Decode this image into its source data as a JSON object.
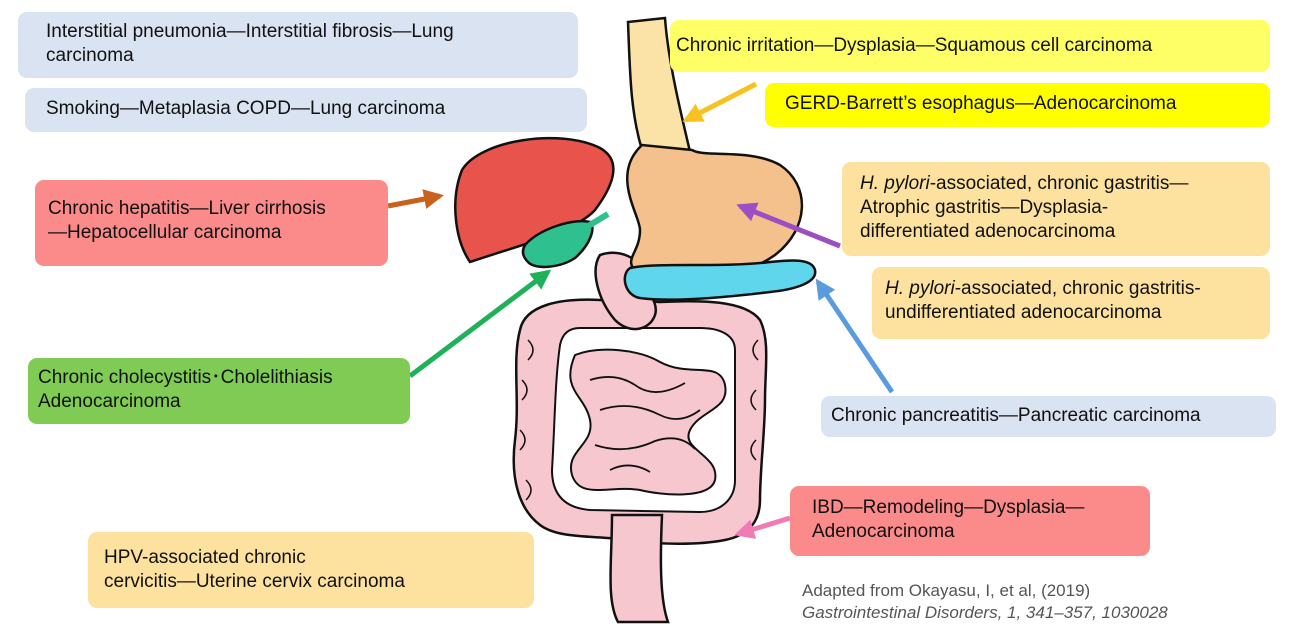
{
  "colors": {
    "blue_box": "#dae3f1",
    "yellow_box": "#feff66",
    "bright_yellow_box": "#ffff00",
    "orange_box": "#fde29f",
    "red_box": "#fb8b8b",
    "green_box": "#7fcb54",
    "liver": "#e8534c",
    "gallbladder": "#2fc08f",
    "stomach": "#f4c18d",
    "esophagus": "#fbe3a8",
    "pancreas": "#5fd6ec",
    "intestine": "#f7c7cf",
    "arrow_yellow": "#f7c21e",
    "arrow_brown": "#c8621d",
    "arrow_purple": "#9b4fc2",
    "arrow_green": "#1fb15a",
    "arrow_blue": "#5a9be0",
    "arrow_pink": "#f27bb1"
  },
  "labels": {
    "ild": [
      "Interstitial pneumonia—Interstitial fibrosis—Lung",
      "carcinoma"
    ],
    "smoking": "Smoking—Metaplasia COPD—Lung carcinoma",
    "liver": [
      "Chronic hepatitis—Liver cirrhosis",
      "—Hepatocellular carcinoma"
    ],
    "gallbladder": [
      "Chronic cholecystitis･Cholelithiasis",
      "Adenocarcinoma"
    ],
    "hpv": [
      "HPV-associated chronic",
      "cervicitis—Uterine cervix carcinoma"
    ],
    "squamous": "Chronic irritation—Dysplasia—Squamous cell carcinoma",
    "gerd": "GERD-Barrett’s esophagus—Adenocarcinoma",
    "hp_diff": {
      "italic": "H. pylori",
      "line1_rest": "-associated, chronic gastritis—",
      "line2": "Atrophic gastritis—Dysplasia-",
      "line3": "differentiated adenocarcinoma"
    },
    "hp_undiff": {
      "italic": "H. pylori",
      "line1_rest": "-associated, chronic gastritis-",
      "line2": "undifferentiated adenocarcinoma"
    },
    "pancreas": "Chronic pancreatitis—Pancreatic carcinoma",
    "ibd": [
      "IBD—Remodeling—Dysplasia—",
      "Adenocarcinoma"
    ]
  },
  "credit": {
    "line1": "Adapted from Okayasu, I, et al, (2019)",
    "line2": "Gastrointestinal Disorders, 1, 341–357, 1030028"
  }
}
